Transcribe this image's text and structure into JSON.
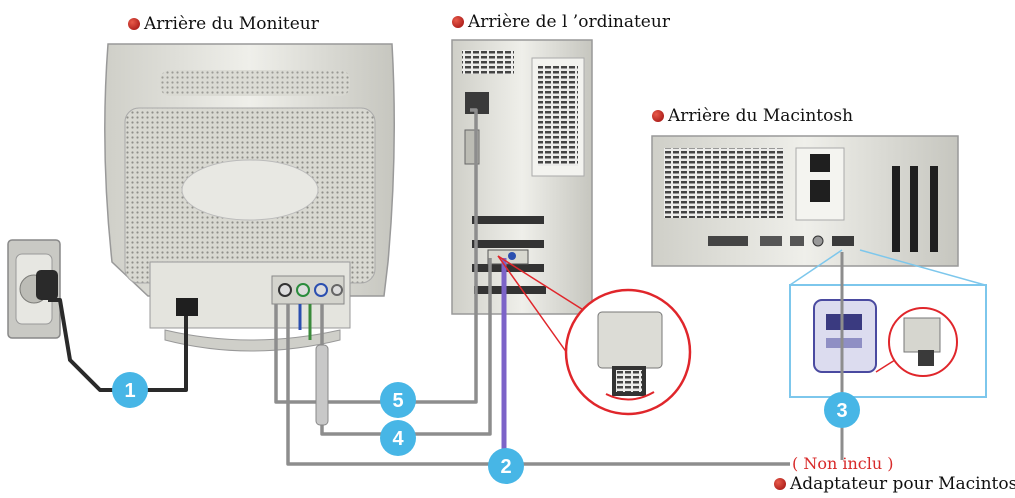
{
  "labels": {
    "monitor_back": "Arrière du Moniteur",
    "computer_back": "Arrière de l ’ordinateur",
    "mac_back": "Arrière du Macintosh",
    "not_included": "( Non inclu )",
    "mac_adapter": "Adaptateur pour Macintosh"
  },
  "steps": [
    "1",
    "2",
    "3",
    "4",
    "5"
  ],
  "colors": {
    "bullet": "#b3151a",
    "badge": "#47b6e6",
    "cable": "#8d8d8d",
    "vga_cable": "#7c63c8",
    "callout": "#e0262b",
    "mac_box": "#7dc7ec"
  }
}
